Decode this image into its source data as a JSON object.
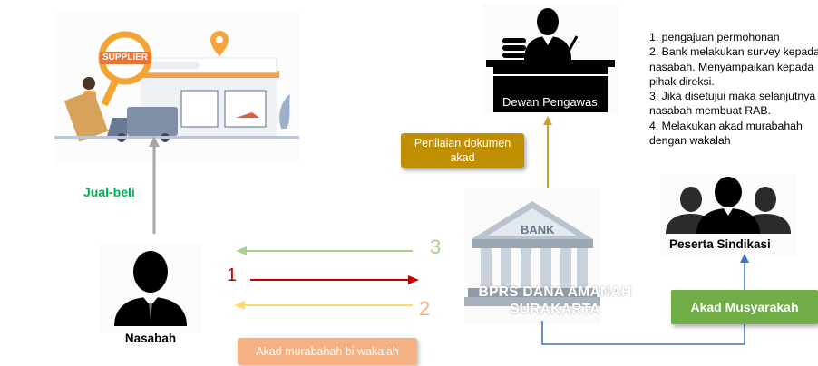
{
  "supplier": {
    "sign_text": "SUPPLIER"
  },
  "jual_beli": {
    "label": "Jual-beli",
    "color": "#00b050"
  },
  "nasabah": {
    "label": "Nasabah"
  },
  "dewan": {
    "label": "Dewan Pengawas"
  },
  "peserta": {
    "label": "Peserta Sindikasi"
  },
  "bank": {
    "sign": "BANK",
    "name_line1": "BPRS DANA AMANAH",
    "name_line2": "SURAKARTA"
  },
  "steps": [
    "1. pengajuan permohonan",
    "2. Bank melakukan survey kepada",
    "nasabah. Menyampaikan kepada",
    "pihak direksi.",
    "3. Jika disetujui maka selanjutnya",
    "nasabah membuat RAB.",
    "4. Melakukan akad murabahah",
    "dengan wakalah"
  ],
  "arrows": [
    {
      "number": "1",
      "color": "#c00000"
    },
    {
      "number": "2",
      "color": "#f4b183",
      "line_color": "#ffd966"
    },
    {
      "number": "3",
      "color": "#a9d18e"
    }
  ],
  "boxes": {
    "penilaian": "Penilaian dokumen akad",
    "akad_murabahah": "Akad murabahah bi wakalah",
    "akad_musyarakah": "Akad Musyarakah"
  },
  "colors": {
    "gold": "#bf8f00",
    "salmon": "#f4b183",
    "green": "#70ad47",
    "blue_connector": "#4472c4",
    "gray_arrow": "#a6a6a6"
  }
}
